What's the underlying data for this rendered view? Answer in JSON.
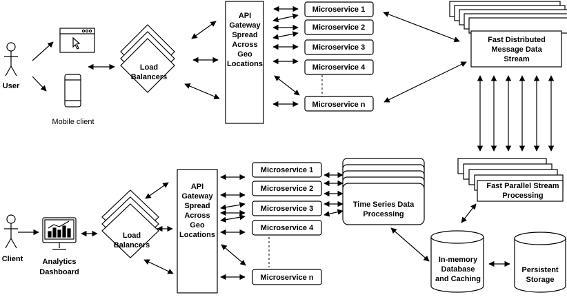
{
  "top": {
    "user_label": "User",
    "mobile_label": "Mobile client",
    "load_balancers": [
      "Load",
      "Balancers"
    ],
    "api_gateway": [
      "API",
      "Gateway",
      "Spread",
      "Across",
      "Geo",
      "Locations"
    ],
    "microservices": [
      "Microservice 1",
      "Microservice 2",
      "Microservice 3",
      "Microservice 4",
      "Microservice n"
    ],
    "stream": [
      "Fast Distributed",
      "Message Data",
      "Stream"
    ]
  },
  "bottom": {
    "client_label": "Client",
    "dashboard": [
      "Analytics",
      "Dashboard"
    ],
    "load_balancers": [
      "Load",
      "Balancers"
    ],
    "api_gateway": [
      "API",
      "Gateway",
      "Spread",
      "Across",
      "Geo",
      "Locations"
    ],
    "microservices": [
      "Microservice 1",
      "Microservice 2",
      "Microservice 3",
      "Microservice 4",
      "Microservice n"
    ],
    "timeseries": [
      "Time Series Data",
      "Processing"
    ],
    "parallel": [
      "Fast Parallel Stream",
      "Processing"
    ],
    "inmemory": [
      "In-memory",
      "Database",
      "and Caching"
    ],
    "persistent": [
      "Persistent",
      "Storage"
    ]
  }
}
